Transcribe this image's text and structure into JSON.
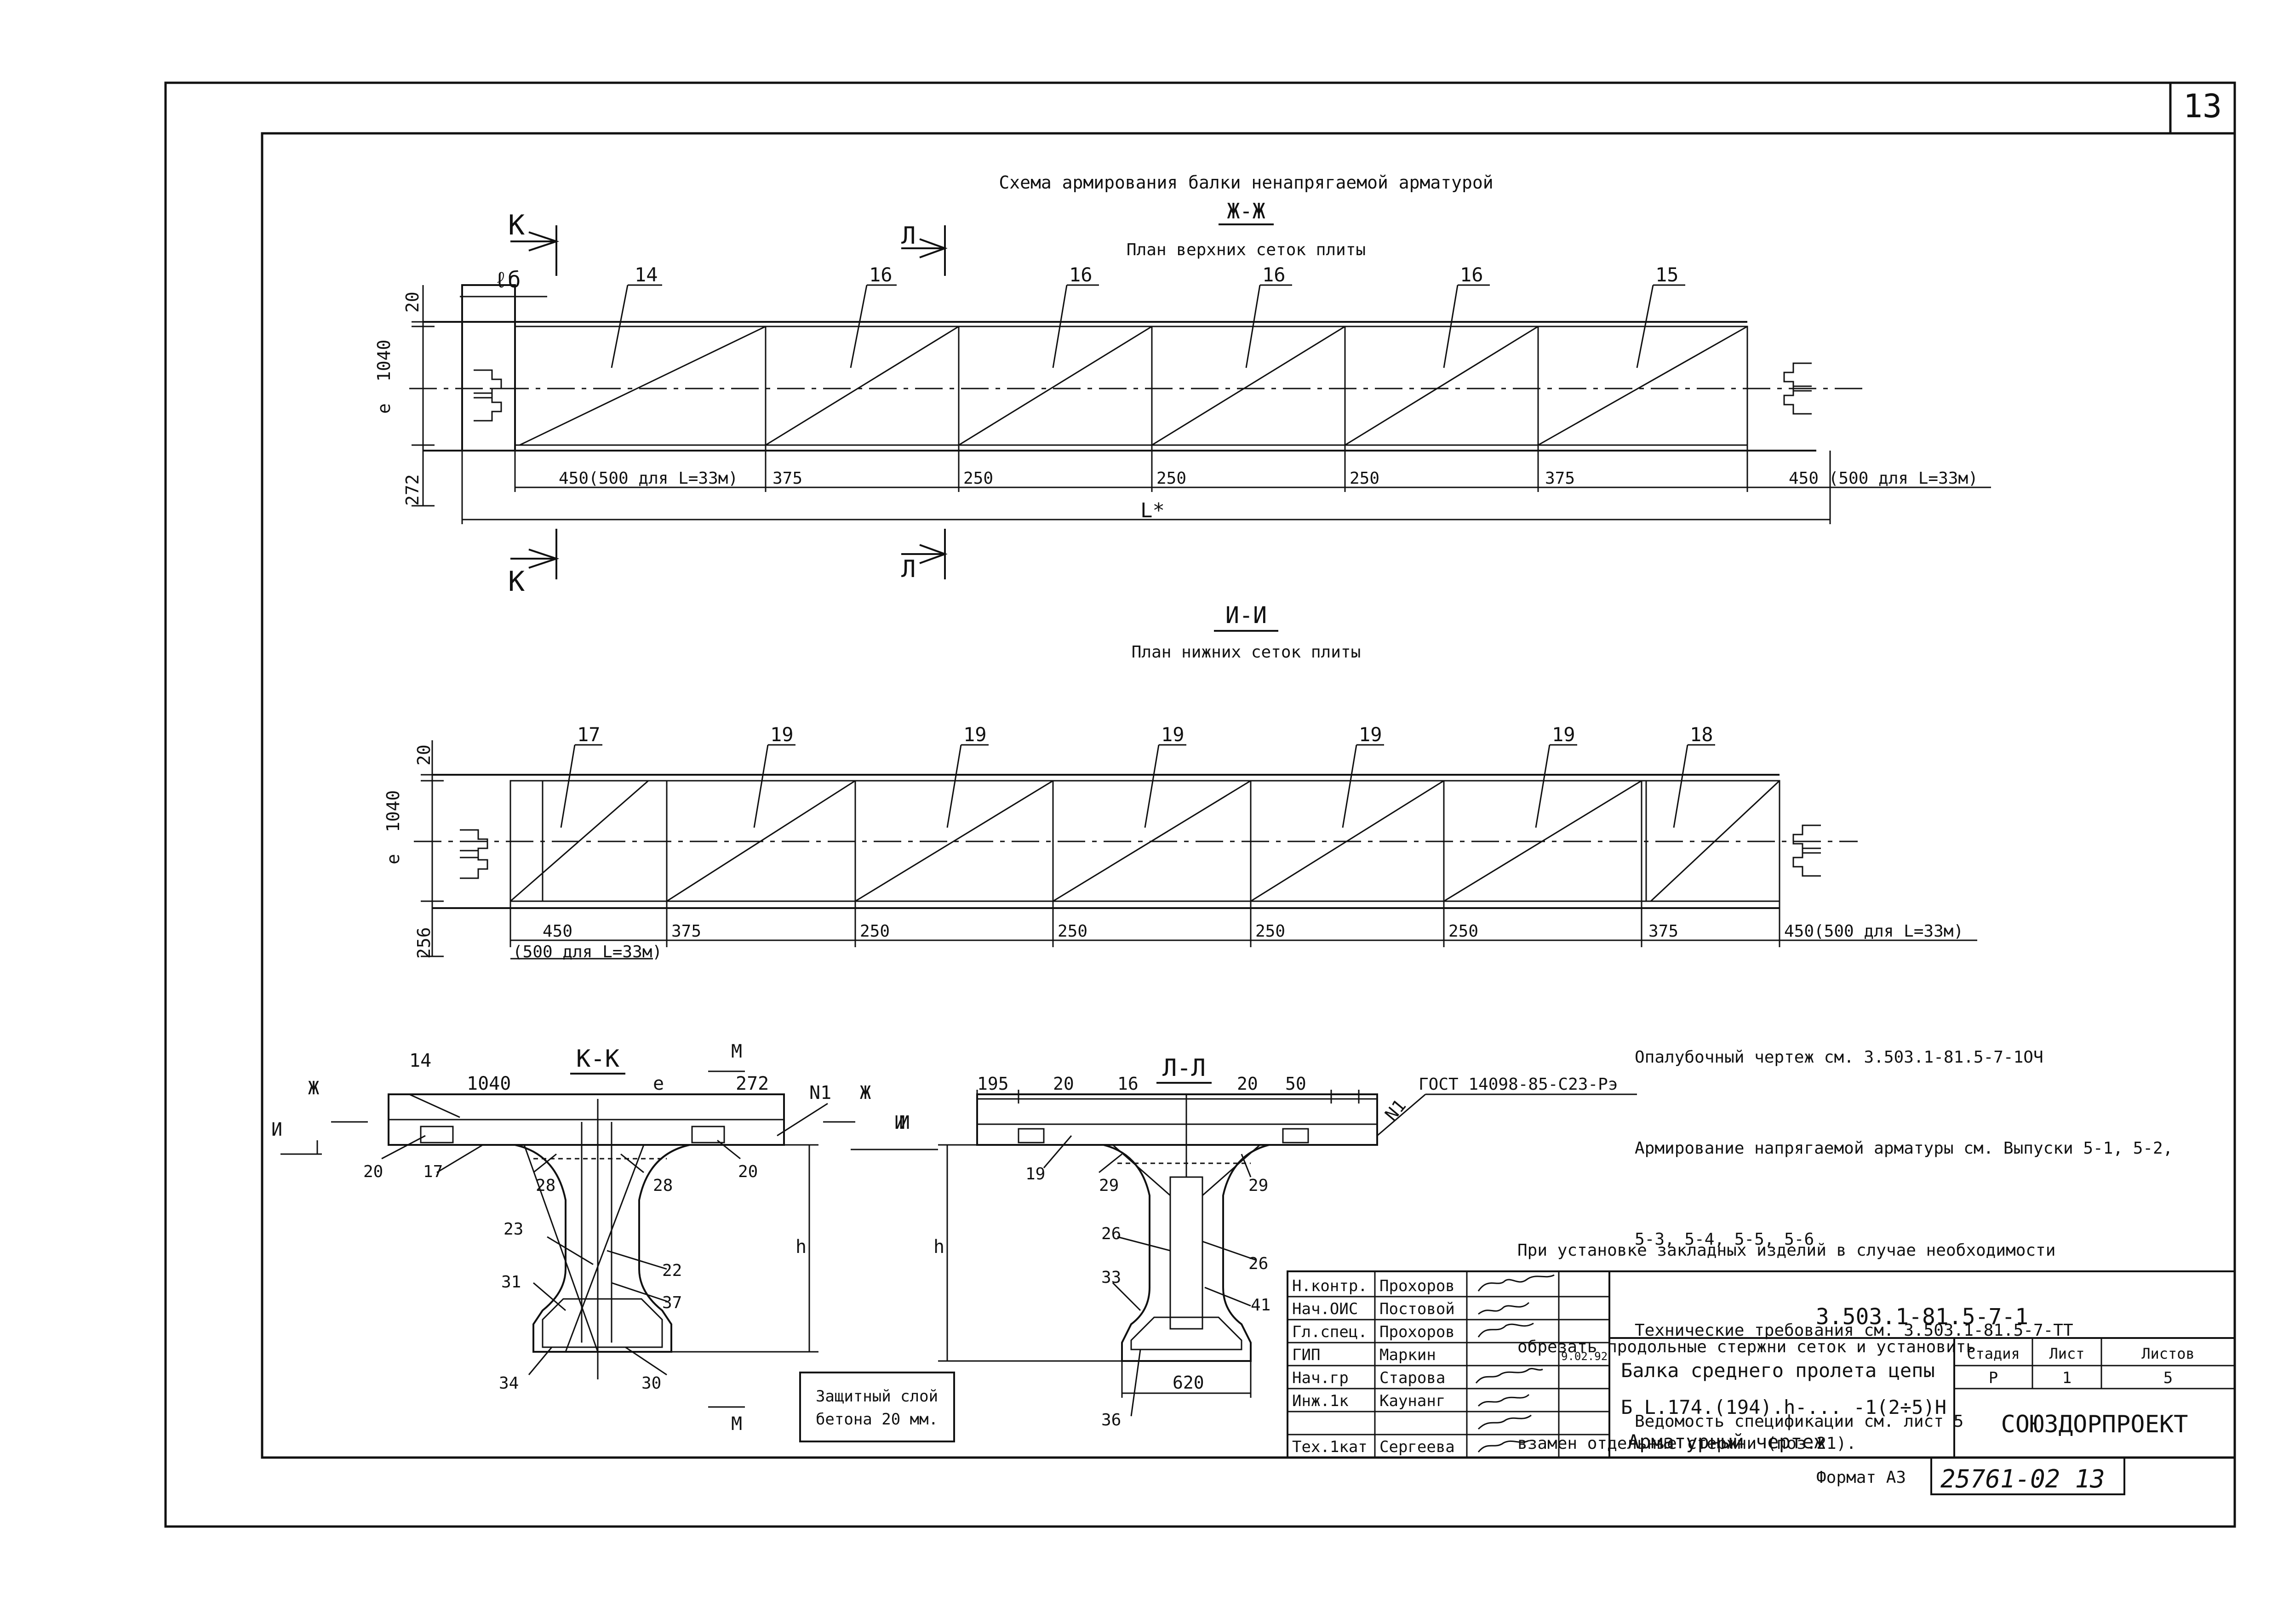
{
  "sheet": {
    "corner_number": "13",
    "format_label": "Формат А3",
    "sheet_code": "25761-02 13"
  },
  "top_section": {
    "heading": "Схема армирования балки ненапрягаемой арматурой",
    "section_mark": "Ж-Ж",
    "subtitle": "План верхних сеток плиты",
    "cut_marks": [
      "К",
      "К",
      "Л",
      "Л"
    ],
    "cell_labels": [
      "14",
      "16",
      "16",
      "16",
      "16",
      "15"
    ],
    "lb_label": "ℓб",
    "dim_left": [
      "20",
      "1040",
      "e",
      "272"
    ],
    "dims_bottom": [
      "450(500 для L=33м)",
      "375",
      "250",
      "250",
      "250",
      "375",
      "450 (500 для L=33м)"
    ],
    "length_label": "L*"
  },
  "bottom_plan": {
    "section_mark": "И-И",
    "subtitle": "План нижних сеток плиты",
    "cell_labels": [
      "17",
      "19",
      "19",
      "19",
      "19",
      "19",
      "18"
    ],
    "dim_left": [
      "20",
      "1040",
      "e",
      "256"
    ],
    "dims_bottom": [
      "450",
      "375",
      "250",
      "250",
      "250",
      "250",
      "375",
      "450(500 для L=33м)"
    ],
    "dim_extra": "(500 для L=33м)"
  },
  "section_kk": {
    "title": "К-К",
    "top_labels": [
      "14",
      "1040",
      "e",
      "272",
      "N1"
    ],
    "marks": [
      "Ж",
      "И",
      "Ж",
      "И",
      "М",
      "М"
    ],
    "positions": [
      "20",
      "17",
      "28",
      "28",
      "20",
      "23",
      "22",
      "31",
      "37",
      "34",
      "30"
    ],
    "height_label": "h"
  },
  "section_ll": {
    "title": "Л-Л",
    "top_labels": [
      "195",
      "20",
      "16",
      "20",
      "50",
      "N1"
    ],
    "marks": [
      "И"
    ],
    "positions": [
      "19",
      "29",
      "29",
      "26",
      "26",
      "33",
      "41",
      "36"
    ],
    "width_label": "620",
    "height_label": "h",
    "gost_label": "ГОСТ 14098-85-С23-Рэ"
  },
  "protective_layer": {
    "line1": "Защитный слой",
    "line2": "бетона 20 мм."
  },
  "notes": [
    "Опалубочный чертеж см. 3.503.1-81.5-7-1ОЧ",
    "Армирование напрягаемой арматуры см. Выпуски 5-1, 5-2,",
    "5-3, 5-4, 5-5, 5-6",
    "Технические требования см. 3.503.1-81.5-7-ТТ",
    "Ведомость спецификации см. лист 5"
  ],
  "installation_note": [
    "При установке закладных изделий в случае необходимости",
    "обрезать продольные стержни сеток и установить",
    "взамен отдельные стержни (поз.21)."
  ],
  "title_block": {
    "doc_code": "3.503.1-81.5-7-1",
    "roles": [
      {
        "role": "Н.контр.",
        "name": "Прохоров"
      },
      {
        "role": "Нач.ОИС",
        "name": "Постовой"
      },
      {
        "role": "Гл.спец.",
        "name": "Прохоров"
      },
      {
        "role": "ГИП",
        "name": "Маркин"
      },
      {
        "role": "Нач.гр",
        "name": "Старова"
      },
      {
        "role": "Инж.1к",
        "name": "Каунанг"
      },
      {
        "role": "Тех.1кат",
        "name": "Сергеева"
      }
    ],
    "date": "9.02.92",
    "title_lines": [
      "Балка среднего пролета цепы",
      "Б L.174.(194).h-... -1(2÷5)Н",
      "Арматурный чертеж"
    ],
    "col_headers": [
      "Стадия",
      "Лист",
      "Листов"
    ],
    "col_values": [
      "Р",
      "1",
      "5"
    ],
    "org": "СОЮЗДОРПРОЕКТ"
  }
}
